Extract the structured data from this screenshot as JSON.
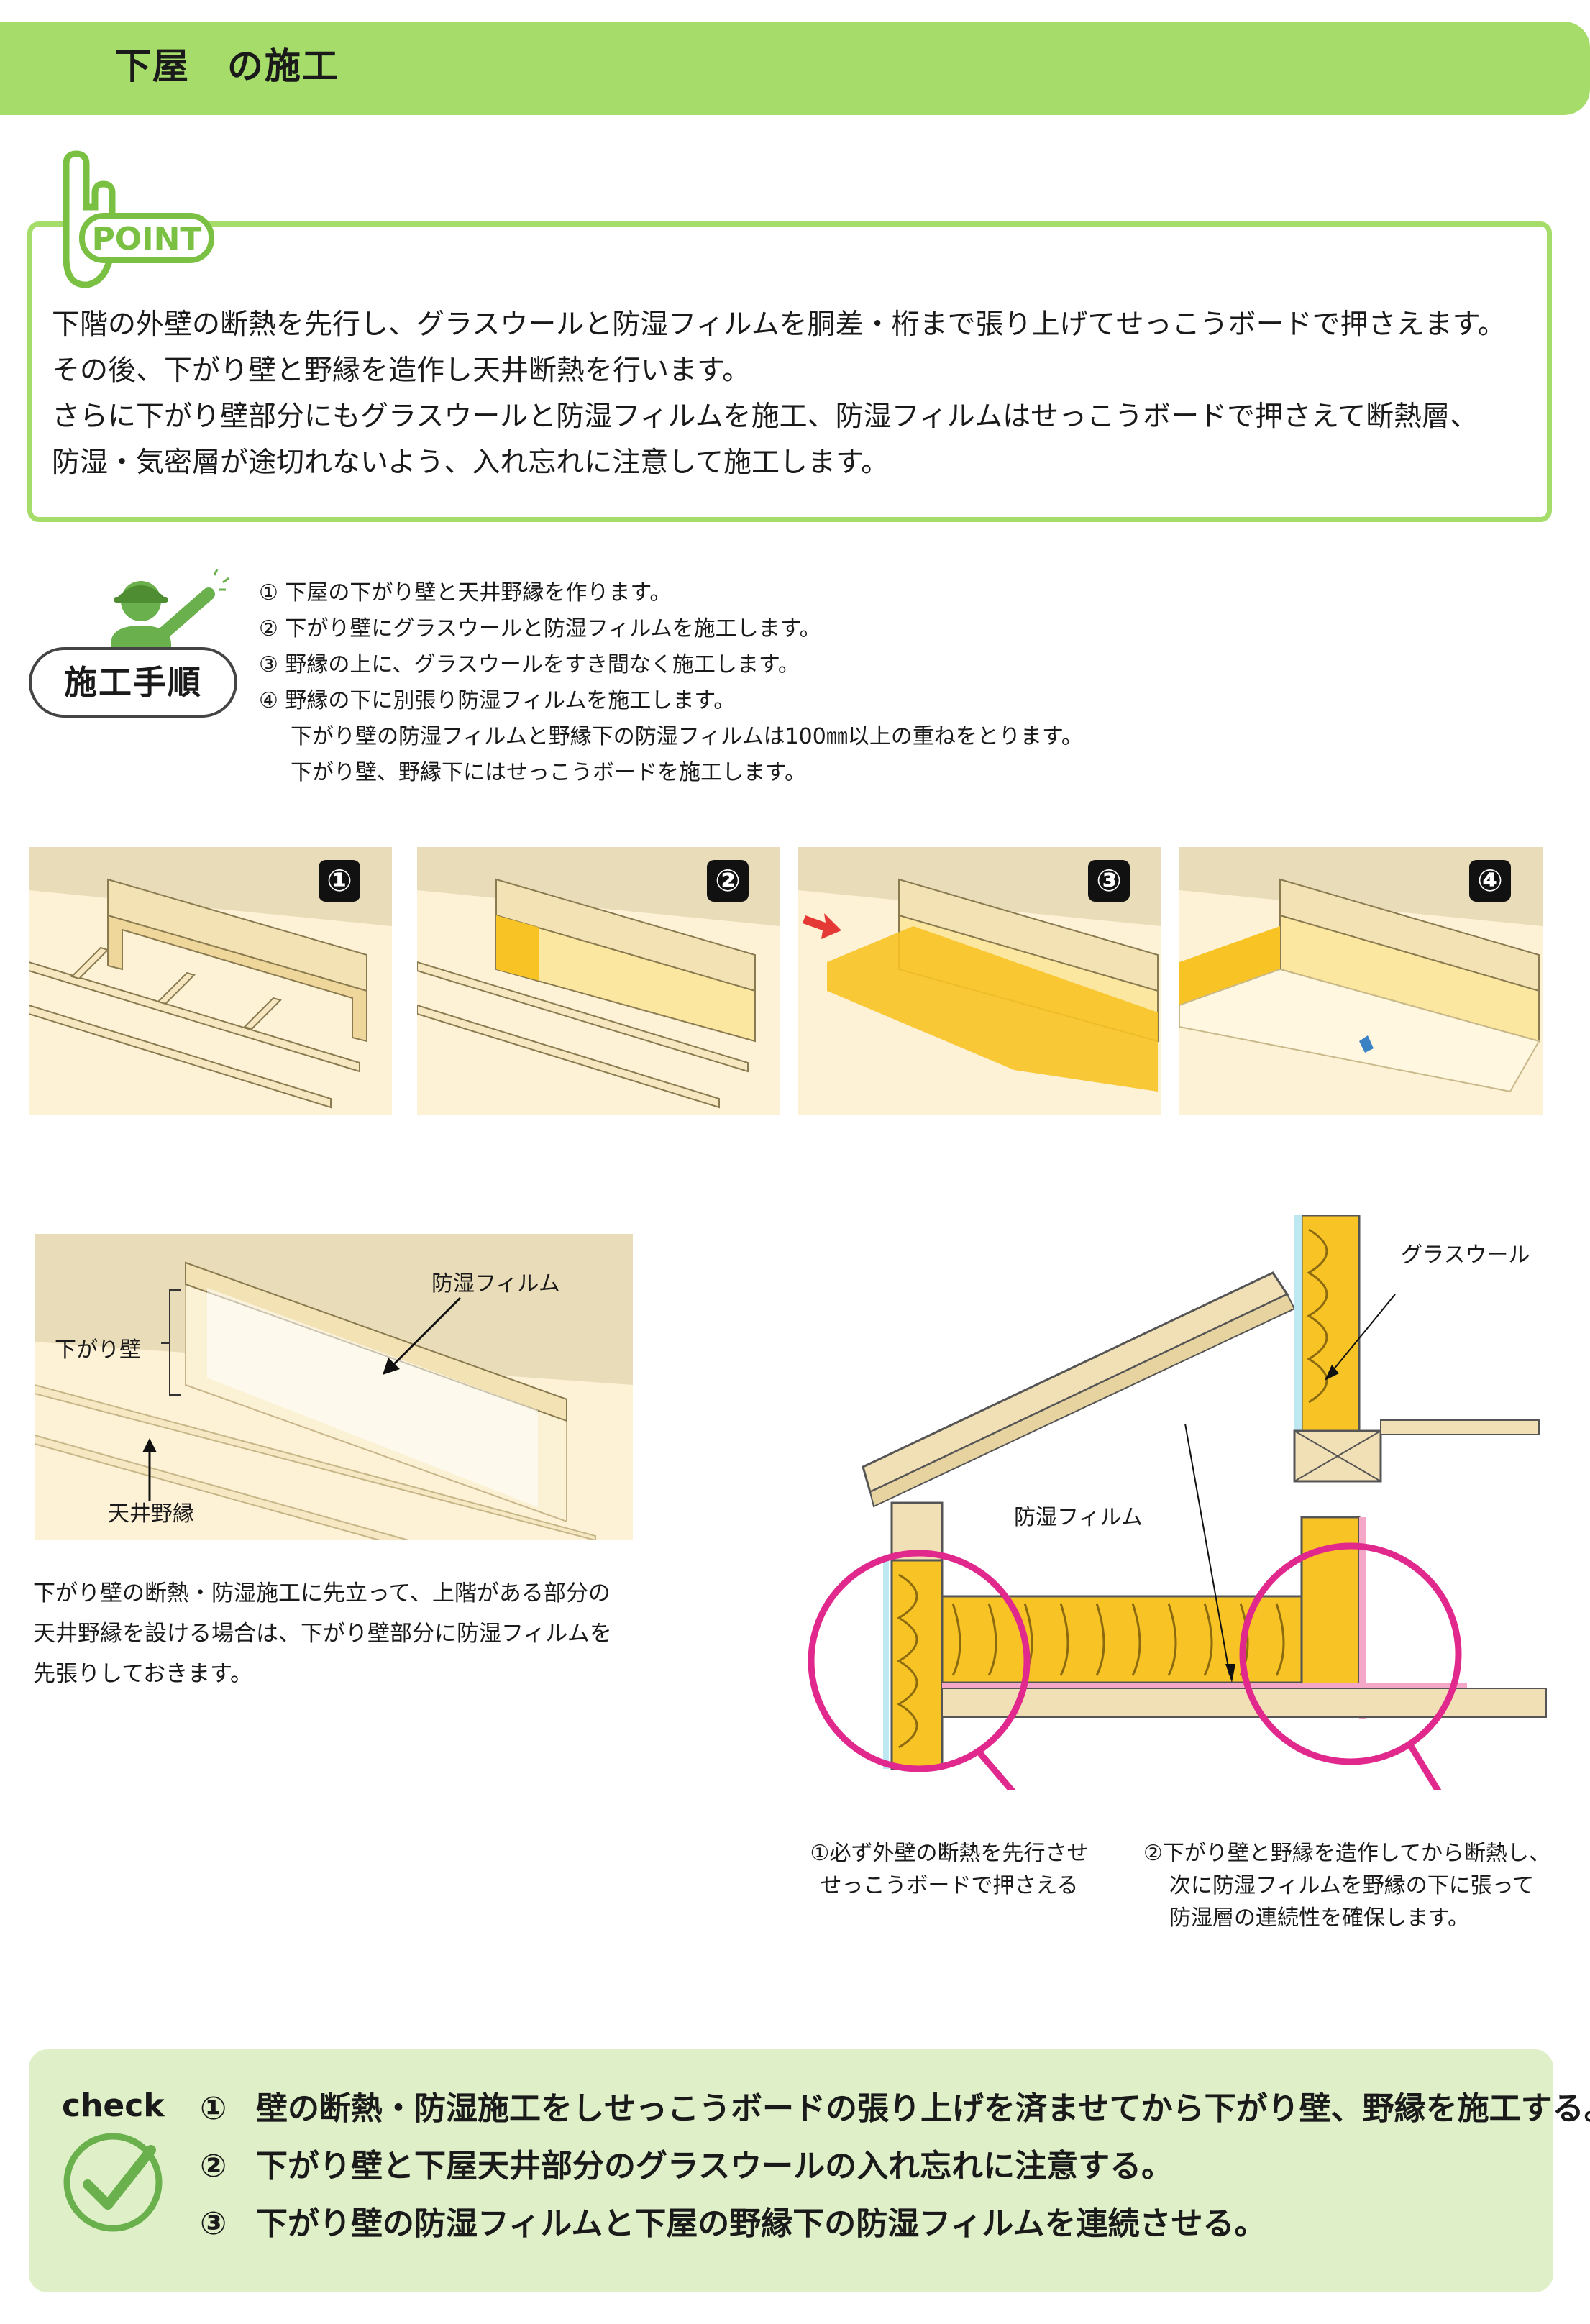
{
  "header": {
    "title": "下屋　の施工"
  },
  "point": {
    "icon_label": "POINT",
    "lines": [
      "下階の外壁の断熱を先行し、グラスウールと防湿フィルムを胴差・桁まで張り上げてせっこうボードで押さえます。",
      "その後、下がり壁と野縁を造作し天井断熱を行います。",
      "さらに下がり壁部分にもグラスウールと防湿フィルムを施工、防湿フィルムはせっこうボードで押さえて断熱層、",
      "防湿・気密層が途切れないよう、入れ忘れに注意して施工します。"
    ]
  },
  "procedure": {
    "badge": "施工手順",
    "steps": [
      "① 下屋の下がり壁と天井野縁を作ります。",
      "② 下がり壁にグラスウールと防湿フィルムを施工します。",
      "③ 野縁の上に、グラスウールをすき間なく施工します。",
      "④ 野縁の下に別張り防湿フィルムを施工します。"
    ],
    "sub_steps": [
      "下がり壁の防湿フィルムと野縁下の防湿フィルムは100㎜以上の重ねをとります。",
      "下がり壁、野縁下にはせっこうボードを施工します。"
    ]
  },
  "step_figures": {
    "labels": [
      "①",
      "②",
      "③",
      "④"
    ]
  },
  "detail_figure": {
    "label_film": "防湿フィルム",
    "label_wall": "下がり壁",
    "label_ceiling": "天井野縁",
    "note": [
      "下がり壁の断熱・防湿施工に先立って、上階がある部分の",
      "天井野縁を設ける場合は、下がり壁部分に防湿フィルムを",
      "先張りしておきます。"
    ]
  },
  "section_diagram": {
    "label_glasswool": "グラスウール",
    "label_film": "防湿フィルム",
    "caption1": [
      "①必ず外壁の断熱を先行させ",
      "せっこうボードで押さえる"
    ],
    "caption2": [
      "②下がり壁と野縁を造作してから断熱し、",
      "次に防湿フィルムを野縁の下に張って",
      "防湿層の連続性を確保します。"
    ]
  },
  "check": {
    "label": "check",
    "items": [
      {
        "num": "①",
        "text": "壁の断熱・防湿施工をしせっこうボードの張り上げを済ませてから下がり壁、野縁を施工する。"
      },
      {
        "num": "②",
        "text": "下がり壁と下屋天井部分のグラスウールの入れ忘れに注意する。"
      },
      {
        "num": "③",
        "text": "下がり壁の防湿フィルムと下屋の野縁下の防湿フィルムを連続させる。"
      }
    ]
  },
  "colors": {
    "accent_green": "#a6dd6a",
    "check_bg": "#dff0c8",
    "wood": "#f3e2b3",
    "insulation": "#f7c325",
    "magenta": "#e1298d"
  }
}
